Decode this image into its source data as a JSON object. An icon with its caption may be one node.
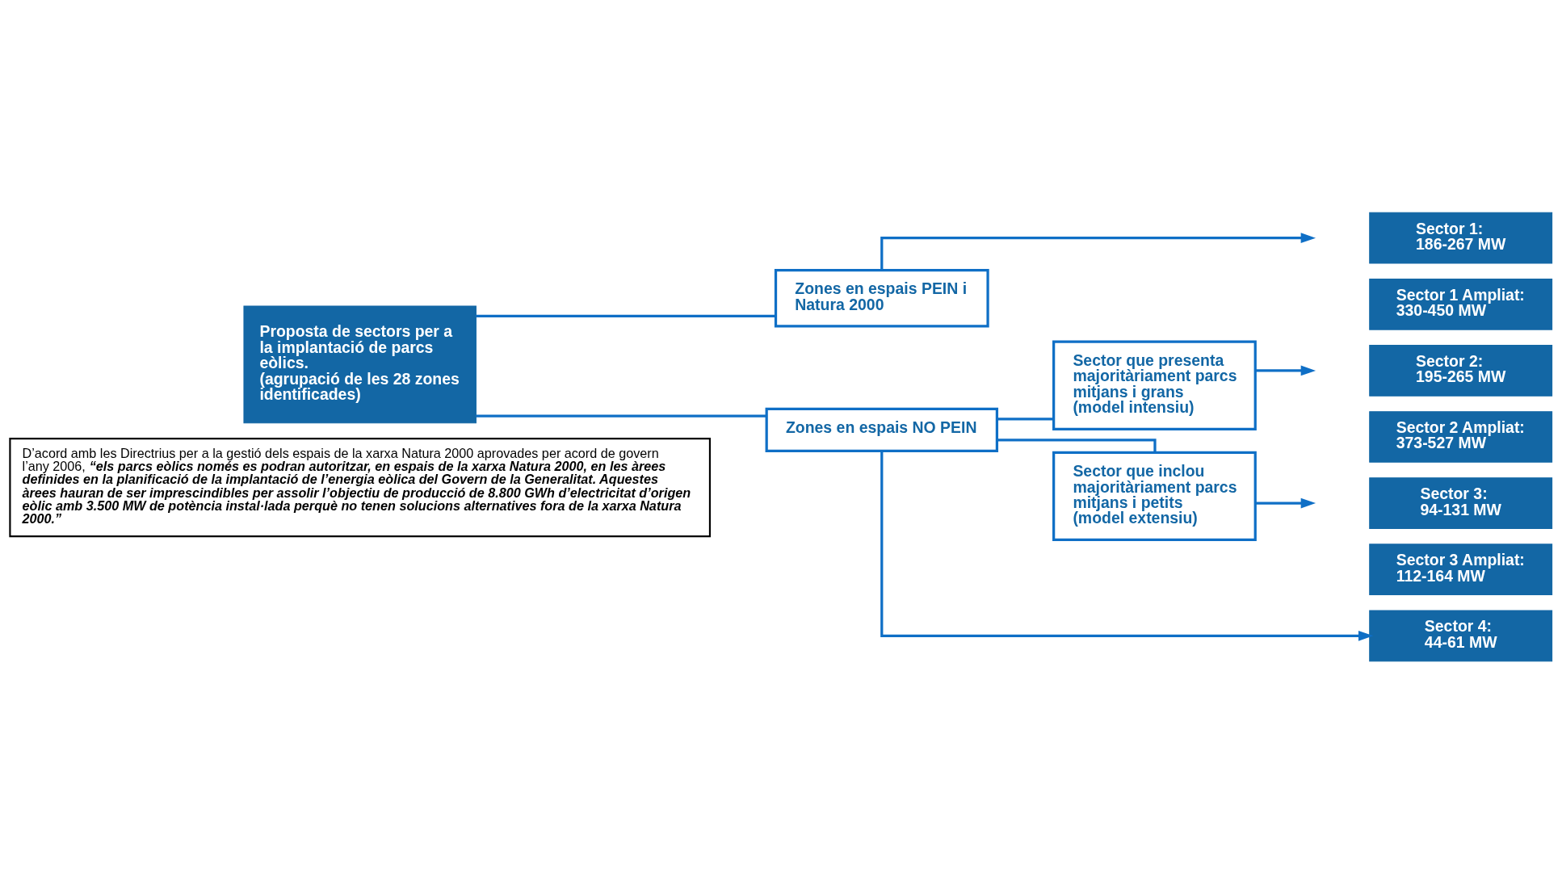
{
  "diagram": {
    "nodes": [
      {
        "text": [
          "Proposta de sectors per a la implantació de parcs eòlics.",
          "(agrupació de les 28 zones identificades)"
        ]
      },
      {
        "text": [
          "Zones en espais PEIN i Natura 2000"
        ]
      },
      {
        "text": [
          "Zones en espais NO PEIN"
        ]
      },
      {
        "text": [
          "Sector que presenta majoritàriament parcs mitjans i grans",
          "(model intensiu)"
        ]
      },
      {
        "text": [
          "Sector que inclou majoritàriament parcs mitjans i petits",
          "(model extensiu)"
        ]
      },
      {
        "text": [
          "Sector 1:",
          "186-267 MW"
        ]
      },
      {
        "text": [
          "Sector 1 Ampliat:",
          "330-450 MW"
        ]
      },
      {
        "text": [
          "Sector 2:",
          "195-265 MW"
        ]
      },
      {
        "text": [
          "Sector 2 Ampliat:",
          "373-527 MW"
        ]
      },
      {
        "text": [
          "Sector 3:",
          "94-131 MW"
        ]
      },
      {
        "text": [
          "Sector 3 Ampliat:",
          "112-164 MW"
        ]
      },
      {
        "text": [
          "Sector 4:",
          "44-61 MW"
        ]
      },
      {
        "text": [
          "D’acord amb les Directrius per a la gestió dels espais de la xarxa Natura 2000 aprovades per acord de govern l’any 2006, **“els parcs eòlics només es podran autoritzar, en espais de la xarxa Natura 2000, en les àrees definides en la planificació de la implantació de l’energia eòlica del Govern de la Generalitat. Aquestes àrees hauran de ser imprescindibles per assolir l’objectiu de producció de 8.800 GWh d’electricitat d’origen eòlic amb 3.500 MW de potència instal·lada perquè no tenen solucions alternatives fora de la xarxa Natura 2000.”**"
        ]
      }
    ],
    "edges": [
      {
        "from": 0,
        "to": 1,
        "arrow": "none"
      },
      {
        "from": 0,
        "to": 2,
        "arrow": "none"
      },
      {
        "from": 1,
        "to": null,
        "arrow": "to"
      },
      {
        "from": 2,
        "to": 3,
        "arrow": "none"
      },
      {
        "from": 2,
        "to": 4,
        "arrow": "none"
      },
      {
        "from": 2,
        "to": 11,
        "arrow": "to"
      },
      {
        "from": 3,
        "to": null,
        "arrow": "to"
      },
      {
        "from": 4,
        "to": null,
        "arrow": "to"
      }
    ]
  }
}
